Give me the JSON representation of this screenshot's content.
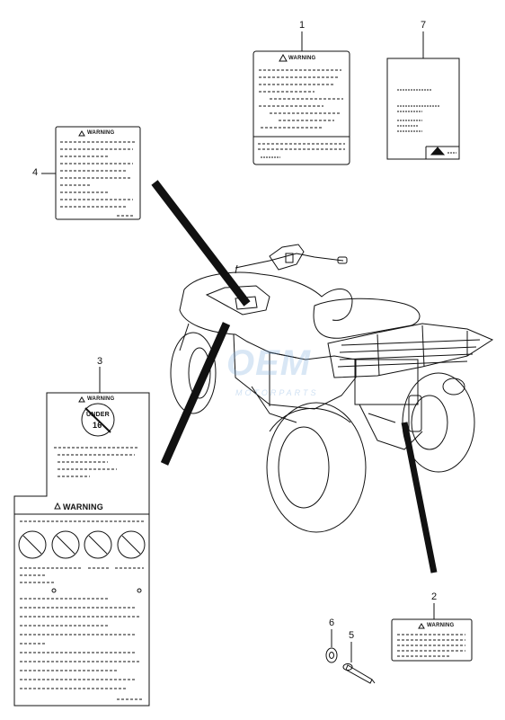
{
  "callouts": {
    "c1": "1",
    "c2": "2",
    "c3": "3",
    "c4": "4",
    "c5": "5",
    "c6": "6",
    "c7": "7"
  },
  "labels": {
    "warning": "WARNING",
    "warning_small": "WARNING",
    "under16_line1": "UNDER",
    "under16_line2": "16"
  },
  "watermark": {
    "brand": "OEM",
    "sub": "MOTORPARTS"
  },
  "colors": {
    "ink": "#111111",
    "watermark": "#8ab4dc"
  }
}
